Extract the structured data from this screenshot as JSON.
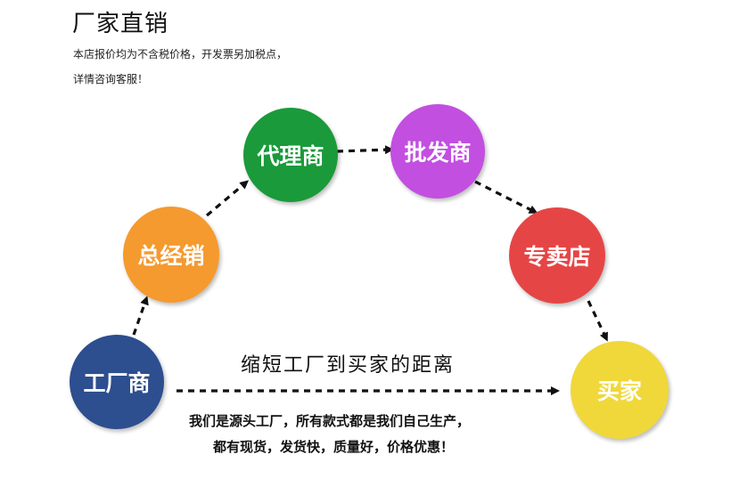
{
  "title": "厂家直销",
  "notes": {
    "line1": "本店报价均为不含税价格，开发票另加税点，",
    "line2": "详情咨询客服！"
  },
  "nodes": {
    "factory": {
      "label": "工厂商",
      "color": "#2d4e8f"
    },
    "general": {
      "label": "总经销",
      "color": "#f59a2f"
    },
    "agent": {
      "label": "代理商",
      "color": "#1a9a3a"
    },
    "wholesale": {
      "label": "批发商",
      "color": "#c24fe0"
    },
    "store": {
      "label": "专卖店",
      "color": "#e64545"
    },
    "buyer": {
      "label": "买家",
      "color": "#f0d83a"
    }
  },
  "caption": "缩短工厂到买家的距离",
  "description": {
    "line1": "我们是源头工厂，所有款式都是我们自己生产，",
    "line2": "都有现货，发货快，质量好，价格优惠！"
  }
}
